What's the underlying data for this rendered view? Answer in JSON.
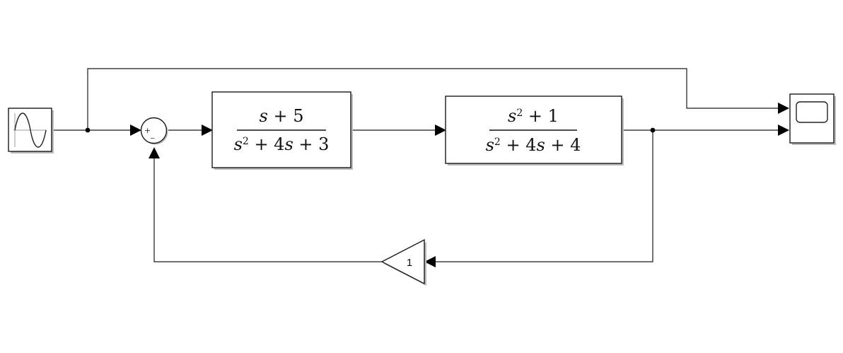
{
  "diagram": {
    "sine_source": {
      "icon": "sine-wave-icon"
    },
    "sum_block": {
      "top_sign": "+",
      "bottom_sign": "_"
    },
    "tf1": {
      "num": [
        {
          "t": "s",
          "style": "italic"
        },
        {
          "t": " + 5",
          "style": "normal"
        }
      ],
      "den": [
        {
          "t": "s",
          "style": "italic"
        },
        {
          "t": "2",
          "style": "sup"
        },
        {
          "t": " + 4",
          "style": "normal"
        },
        {
          "t": "s",
          "style": "italic"
        },
        {
          "t": " + 3",
          "style": "normal"
        }
      ]
    },
    "tf2": {
      "num": [
        {
          "t": "s",
          "style": "italic"
        },
        {
          "t": "2",
          "style": "sup"
        },
        {
          "t": " + 1",
          "style": "normal"
        }
      ],
      "den": [
        {
          "t": "s",
          "style": "italic"
        },
        {
          "t": "2",
          "style": "sup"
        },
        {
          "t": " + 4",
          "style": "normal"
        },
        {
          "t": "s",
          "style": "italic"
        },
        {
          "t": " + 4",
          "style": "normal"
        }
      ]
    },
    "gain": {
      "value": "1"
    },
    "scope": {
      "icon": "scope-screen-icon",
      "inputs": 2
    }
  }
}
